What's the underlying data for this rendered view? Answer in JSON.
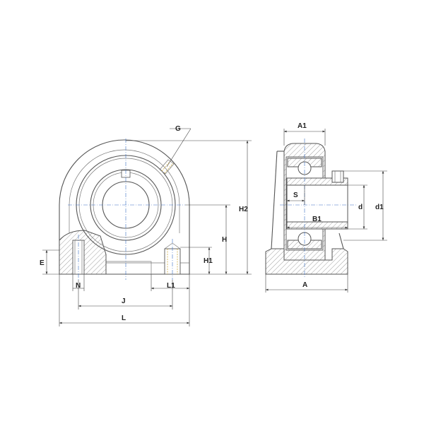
{
  "labels": {
    "G": "G",
    "H2": "H2",
    "H": "H",
    "H1": "H1",
    "E": "E",
    "N": "N",
    "J": "J",
    "L1": "L1",
    "L": "L",
    "A1": "A1",
    "S": "S",
    "B1": "B1",
    "d": "d",
    "d1": "d1",
    "A": "A"
  },
  "colors": {
    "outline": "#555555",
    "centerline": "#3a6fc4",
    "thread": "#c9a227",
    "text": "#222222"
  }
}
